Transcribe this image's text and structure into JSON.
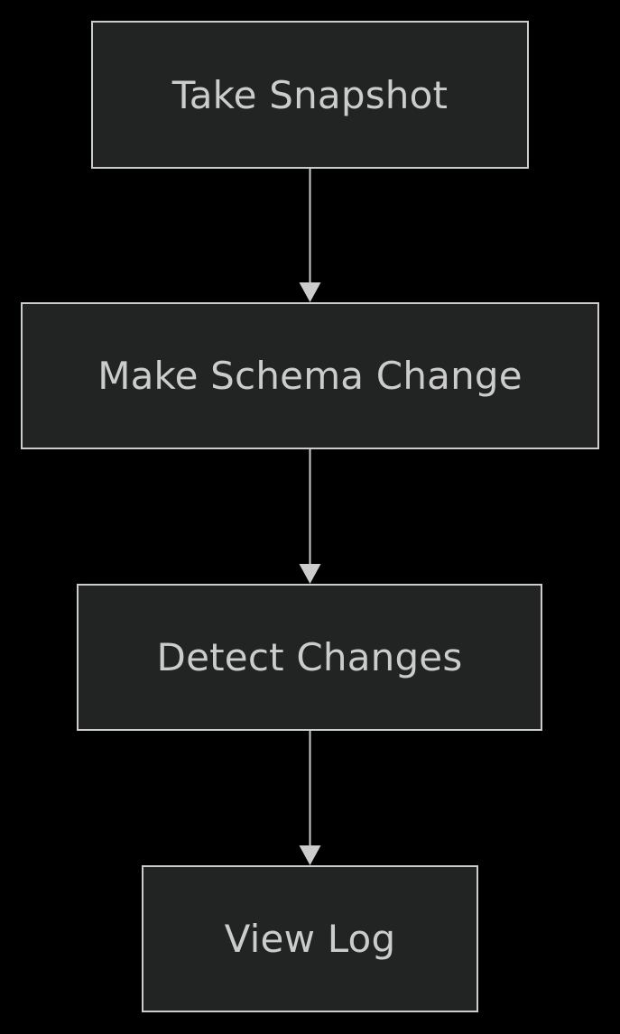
{
  "diagram": {
    "type": "flowchart",
    "colors": {
      "background": "#000000",
      "node_fill": "#222323",
      "node_border": "#cccccc",
      "text": "#cccccc",
      "edge": "#cccccc"
    },
    "nodes": [
      {
        "id": "take-snapshot",
        "label": "Take Snapshot"
      },
      {
        "id": "make-schema-change",
        "label": "Make Schema Change"
      },
      {
        "id": "detect-changes",
        "label": "Detect Changes"
      },
      {
        "id": "view-log",
        "label": "View Log"
      }
    ],
    "edges": [
      {
        "from": "take-snapshot",
        "to": "make-schema-change"
      },
      {
        "from": "make-schema-change",
        "to": "detect-changes"
      },
      {
        "from": "detect-changes",
        "to": "view-log"
      }
    ]
  }
}
